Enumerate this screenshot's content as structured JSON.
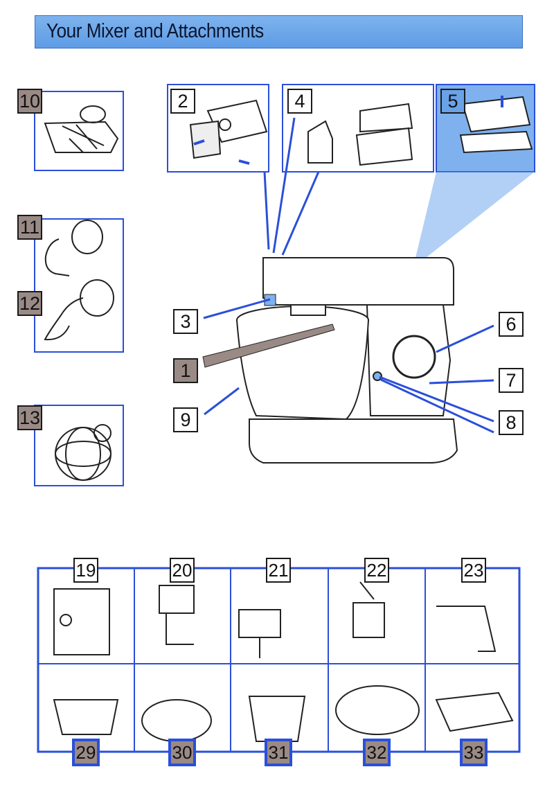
{
  "title": "Your Mixer and Attachments",
  "parts": {
    "p1": "1",
    "p2": "2",
    "p3": "3",
    "p4": "4",
    "p5": "5",
    "p6": "6",
    "p7": "7",
    "p8": "8",
    "p9": "9",
    "p10": "10",
    "p11": "11",
    "p12": "12",
    "p13": "13"
  },
  "attachments_top": [
    "19",
    "20",
    "21",
    "22",
    "23"
  ],
  "attachments_bottom": [
    "29",
    "30",
    "31",
    "32",
    "33"
  ],
  "colors": {
    "accent_blue": "#2a4fd9",
    "title_bg": "#6aa2e8",
    "label_grey": "#9a8a86"
  }
}
